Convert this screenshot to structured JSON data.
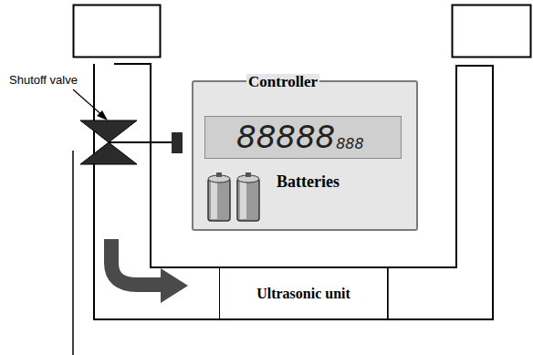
{
  "diagram": {
    "nodes": [
      {
        "text": [
          "Controller"
        ]
      },
      {
        "text": [
          "88888",
          "888"
        ],
        "in": 0
      },
      {
        "text": [
          "Ultrasonic unit"
        ]
      }
    ],
    "labels": [
      "Shutoff valve",
      "Batteries"
    ]
  }
}
